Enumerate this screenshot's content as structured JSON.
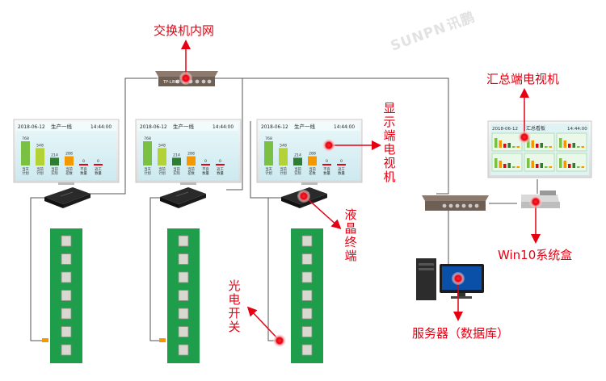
{
  "watermark": {
    "brand": "SUNPN",
    "brand_cn": "讯鹏"
  },
  "labels": {
    "switch_intranet": "交换机内网",
    "display_tv": "显示端电视机",
    "lcd_terminal": "液晶终端",
    "photo_switch": "光电开关",
    "summary_tv": "汇总端电视机",
    "win10_box": "Win10系统盒",
    "server": "服务器（数据库）"
  },
  "line_display": {
    "date": "2018-06-12",
    "line_name": "生产一线",
    "time": "14:44:00",
    "bars": [
      {
        "value": "768",
        "label": "当天计划",
        "color": "#7ac143"
      },
      {
        "value": "548",
        "label": "当前计划",
        "color": "#b2d235"
      },
      {
        "value": "214",
        "label": "当前实际",
        "color": "#2e7d32"
      },
      {
        "value": "288",
        "label": "当前差数",
        "color": "#f39800"
      },
      {
        "value": "0",
        "label": "不良数量",
        "color": "#e60012"
      },
      {
        "value": "0",
        "label": "返工数量",
        "color": "#e60012"
      }
    ]
  },
  "summary_display": {
    "date": "2018-06-12",
    "title": "汇总看板",
    "time": "14:44:00"
  },
  "colors": {
    "accent": "#e60012",
    "line": "#555555",
    "strip": "#1e9e4a"
  }
}
